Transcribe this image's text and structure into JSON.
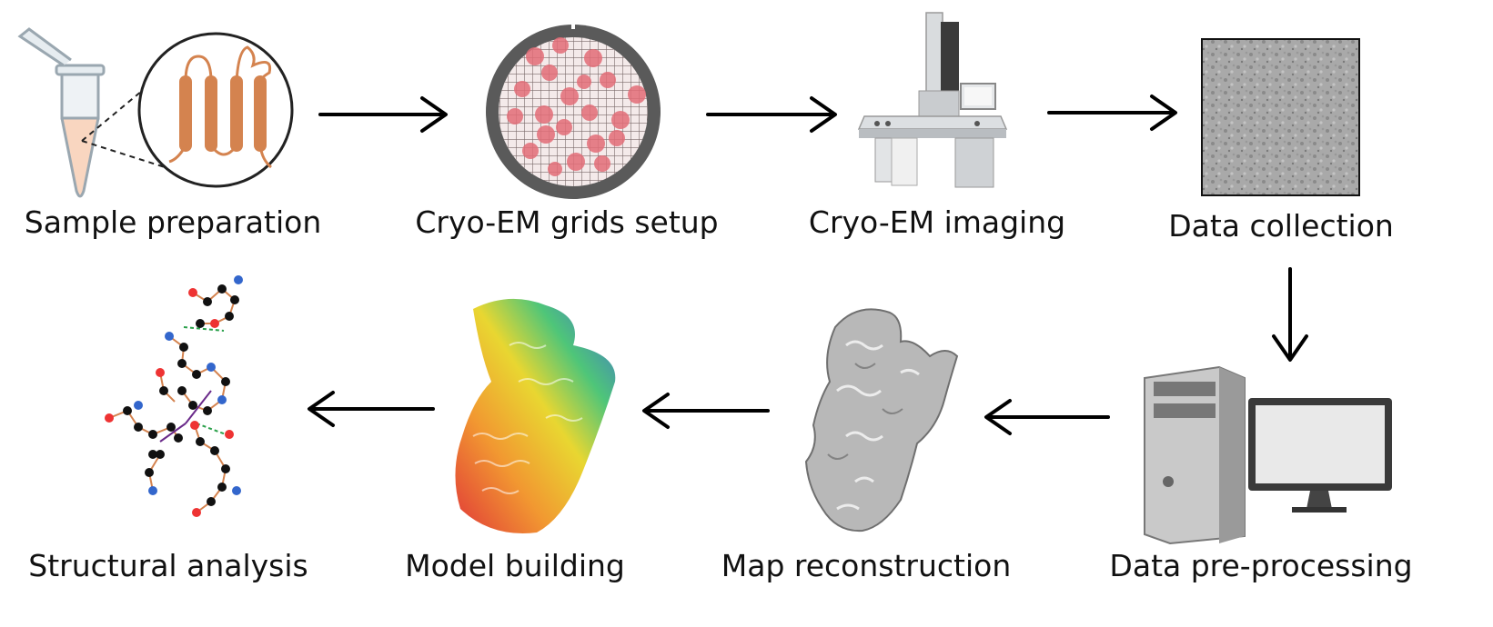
{
  "steps": [
    {
      "id": "sample-preparation",
      "label": "Sample preparation",
      "icon": "sample-tube-icon"
    },
    {
      "id": "cryo-em-grids-setup",
      "label": "Cryo-EM grids setup",
      "icon": "em-grid-icon"
    },
    {
      "id": "cryo-em-imaging",
      "label": "Cryo-EM imaging",
      "icon": "electron-microscope-icon"
    },
    {
      "id": "data-collection",
      "label": "Data collection",
      "icon": "micrograph-icon"
    },
    {
      "id": "data-pre-processing",
      "label": "Data pre-processing",
      "icon": "computer-icon"
    },
    {
      "id": "map-reconstruction",
      "label": "Map reconstruction",
      "icon": "density-map-icon"
    },
    {
      "id": "model-building",
      "label": "Model building",
      "icon": "ribbon-model-icon"
    },
    {
      "id": "structural-analysis",
      "label": "Structural analysis",
      "icon": "interaction-diagram-icon"
    }
  ],
  "colors": {
    "text": "#111111",
    "arrow": "#000000",
    "protein": "#d4834f",
    "grid_dots": "#e0707a",
    "grid_ring": "#595959",
    "map_gray": "#b8b8b8"
  }
}
